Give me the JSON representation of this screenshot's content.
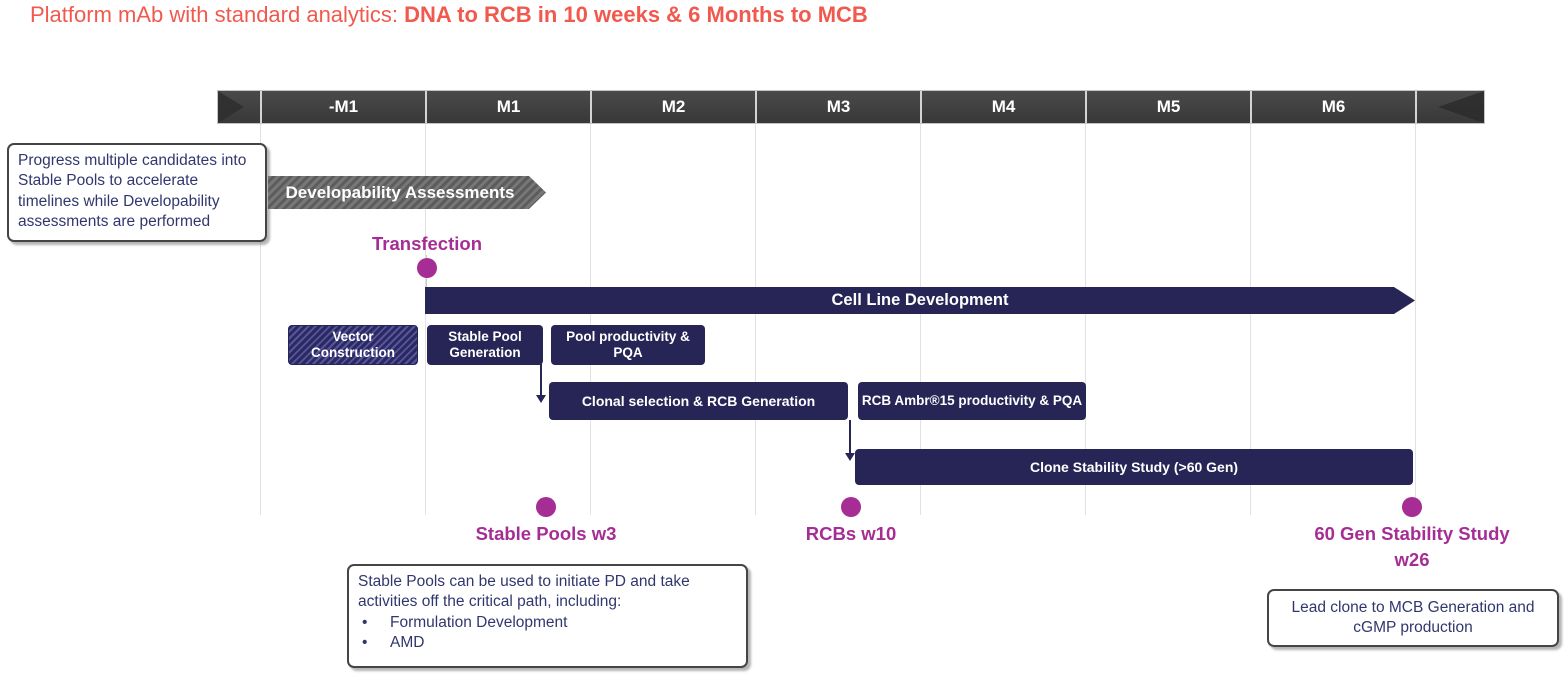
{
  "title": {
    "prefix": "Platform mAb with standard analytics: ",
    "highlight": "DNA to RCB in 10 weeks & 6 Months to MCB"
  },
  "timeline": {
    "months": [
      "-M1",
      "M1",
      "M2",
      "M3",
      "M4",
      "M5",
      "M6"
    ]
  },
  "bars": {
    "developability": "Developability Assessments",
    "cell_line_development": "Cell Line Development",
    "vector_construction": "Vector Construction",
    "stable_pool_generation": "Stable Pool Generation",
    "pool_productivity": "Pool productivity & PQA",
    "clonal_selection": "Clonal selection & RCB Generation",
    "rcb_ambr": "RCB Ambr®15 productivity & PQA",
    "clone_stability": "Clone Stability Study (>60 Gen)"
  },
  "milestones": {
    "transfection": "Transfection",
    "stable_pools": "Stable Pools w3",
    "rcbs": "RCBs w10",
    "gen60_line1": "60 Gen Stability Study",
    "gen60_line2": "w26"
  },
  "callouts": {
    "left": "Progress multiple candidates into Stable Pools to accelerate timelines while Developability assessments are performed",
    "stable_pools_intro": "Stable Pools can be used to initiate PD and take activities off the critical path, including:",
    "stable_pools_bullets": [
      "Formulation Development",
      "AMD"
    ],
    "lead_clone": "Lead clone to MCB Generation and cGMP production"
  },
  "colors": {
    "accent_coral": "#F1594E",
    "navy": "#262556",
    "magenta": "#A62D93",
    "header_gray": "#414141",
    "hatch_gray": "#6B6B6B",
    "gridline": "#E2E2E2"
  }
}
